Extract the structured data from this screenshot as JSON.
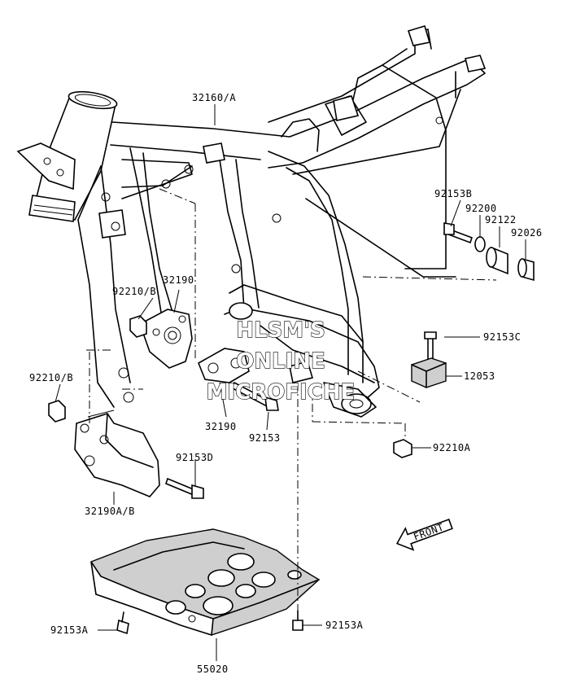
{
  "watermark": {
    "line1": "HLSM'S",
    "line2": "ONLINE",
    "line3": "MICROFICHE"
  },
  "front_tag": "FRONT",
  "labels": {
    "frame": "32160/A",
    "brace_upper": "32190",
    "bolt_92153b": "92153B",
    "collar_92200": "92200",
    "collar_92122": "92122",
    "collar_92026": "92026",
    "nut_upper": "92210/B",
    "nut_left": "92210/B",
    "bolt_92153c": "92153C",
    "damper_12053": "12053",
    "brace_lower": "32190",
    "bolt_92153": "92153",
    "nut_92210a": "92210A",
    "bolt_92153d": "92153D",
    "bracket": "32190A/B",
    "bolt_92153a_left": "92153A",
    "bolt_92153a_right": "92153A",
    "skid_plate": "55020"
  }
}
